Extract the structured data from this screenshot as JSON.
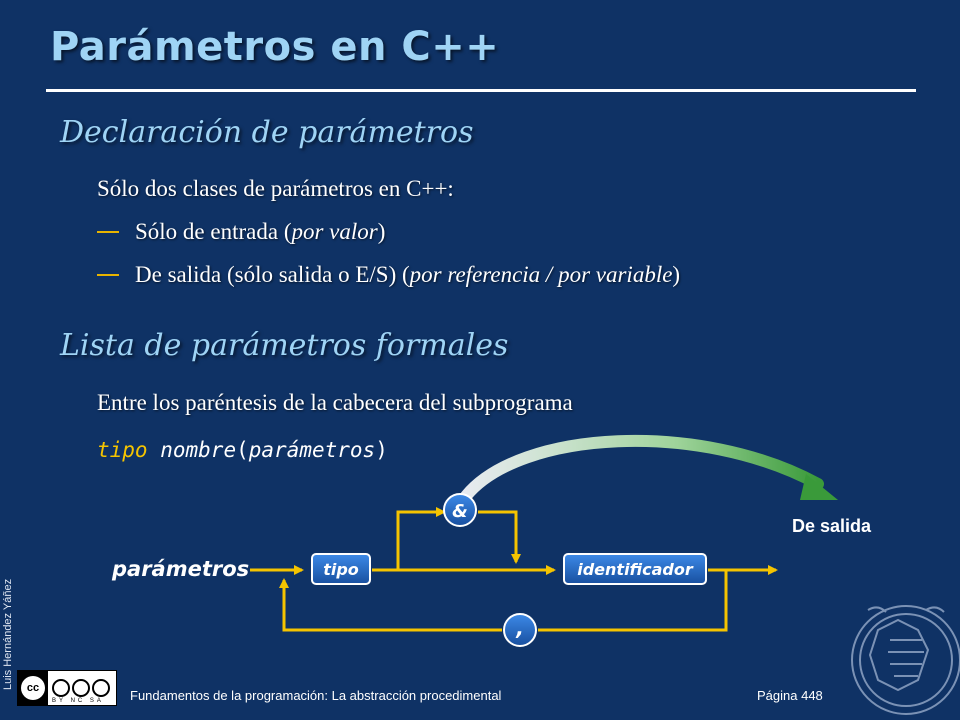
{
  "slide": {
    "title": "Parámetros en C++",
    "section1": {
      "heading": "Declaración de parámetros",
      "intro": "Sólo dos clases de parámetros en C++:",
      "bullets": [
        {
          "pre": "Sólo de entrada (",
          "em": "por valor",
          "post": ")"
        },
        {
          "pre": "De salida (sólo salida o E/S) (",
          "em": "por referencia / por variable",
          "post": ")"
        }
      ]
    },
    "section2": {
      "heading": "Lista de parámetros formales",
      "intro": "Entre los paréntesis de la cabecera del subprograma",
      "code": {
        "kw": "tipo",
        "name": "nombre",
        "open": "(",
        "param": "parámetros",
        "close": ")"
      }
    }
  },
  "diagram": {
    "start_label": "parámetros",
    "tipo_box": "tipo",
    "amp_box": "&",
    "ident_box": "identificador",
    "comma_box": ",",
    "annotation": "De salida"
  },
  "footer": {
    "author": "Luis Hernández Yáñez",
    "course": "Fundamentos de la programación: La abstracción procedimental",
    "page": "Página 448",
    "license": {
      "badge": "cc",
      "terms": "BY NC SA"
    }
  },
  "colors": {
    "background": "#0f3265",
    "title": "#9fd4f5",
    "accent_yellow": "#f5c400",
    "box_blue": "#1f67c9",
    "arrow_green": "#4aa84a"
  }
}
